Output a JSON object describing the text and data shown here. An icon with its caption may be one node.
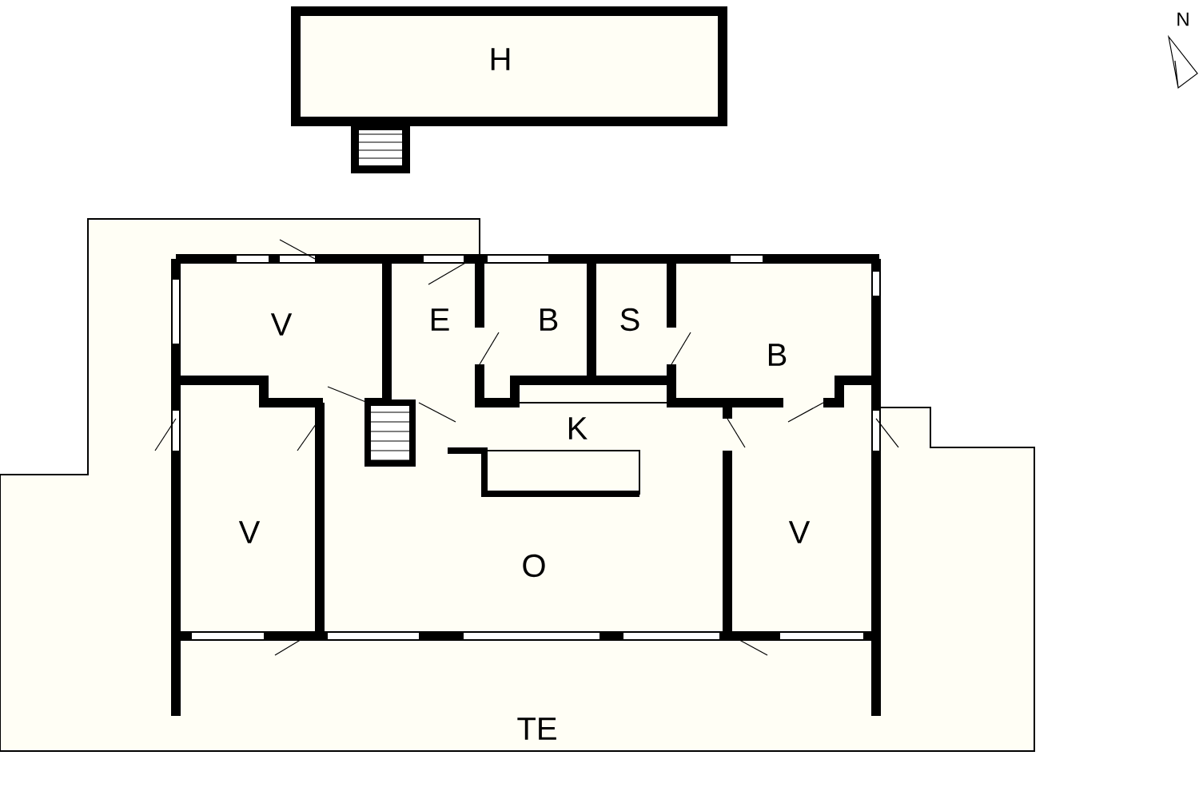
{
  "diagram": {
    "labels": [
      "H",
      "N",
      "V",
      "E",
      "B",
      "S",
      "B",
      "K",
      "V",
      "O",
      "V",
      "TE"
    ]
  }
}
